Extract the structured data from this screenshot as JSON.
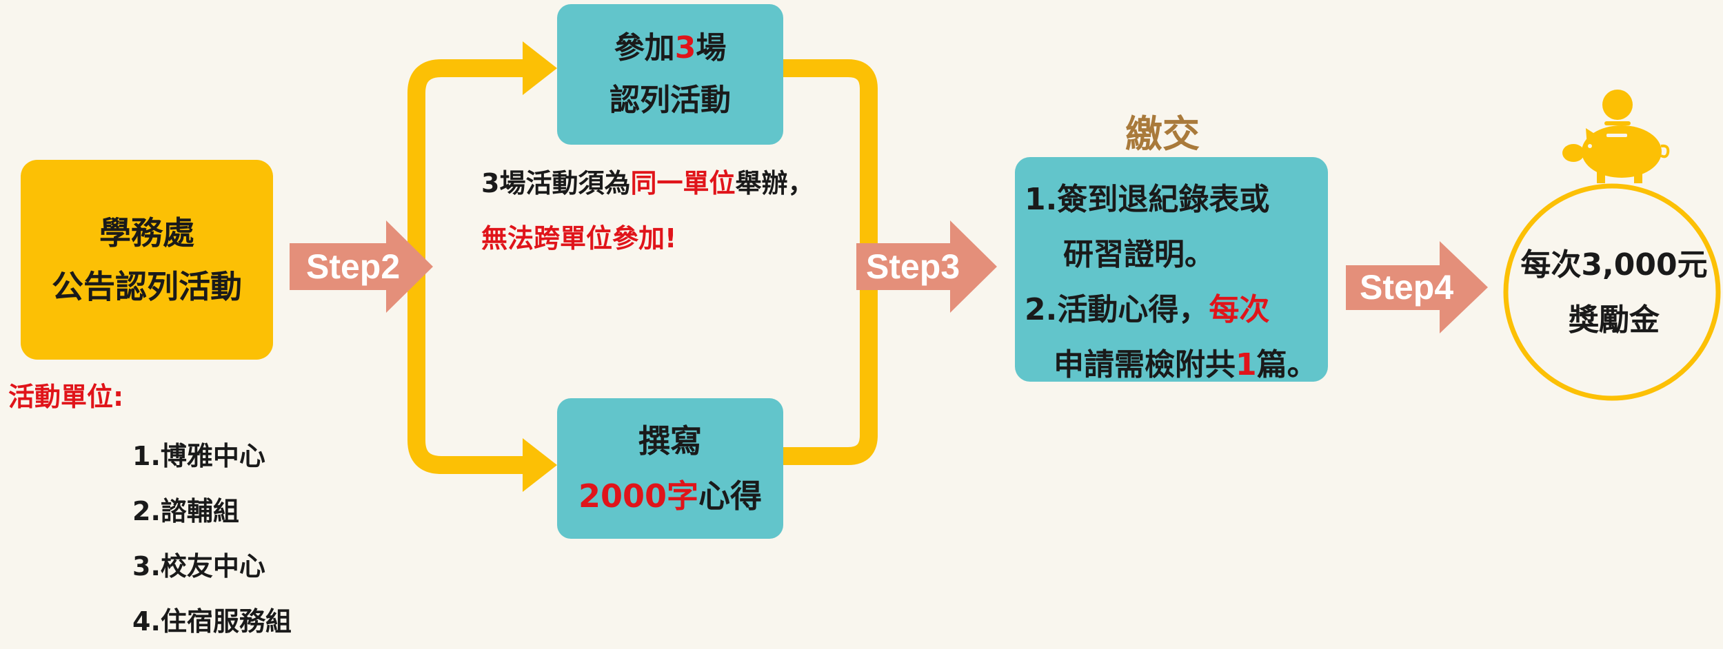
{
  "office_box": {
    "line1": "學務處",
    "line2": "公告認列活動"
  },
  "steps": {
    "step2": "Step2",
    "step3": "Step3",
    "step4": "Step4"
  },
  "attend_box": {
    "pre": "參加",
    "count": "3",
    "post": "場",
    "line2": "認列活動"
  },
  "write_box": {
    "line1": "撰寫",
    "count": "2000字",
    "post": "心得"
  },
  "note": {
    "part1": "3場活動須為",
    "part2_red": "同一單位",
    "part3": "舉辦，",
    "line2_red": "無法跨單位參加!"
  },
  "units": {
    "title": "活動單位:",
    "items": [
      "1.博雅中心",
      "2.諮輔組",
      "3.校友中心",
      "4.住宿服務組"
    ]
  },
  "submit": {
    "title": "繳交",
    "line1": "1.簽到退紀錄表或",
    "line2": "研習證明。",
    "line3_pre": "2.活動心得，",
    "line3_red": "每次",
    "line4_pre": "申請需檢附共",
    "line4_red": "1",
    "line4_post": "篇。"
  },
  "reward": {
    "line1": "每次3,000元",
    "line2": "獎勵金"
  },
  "colors": {
    "background": "#f9f6ee",
    "yellow": "#fcc005",
    "teal": "#62c5cb",
    "step_arrow": "#e48f7a",
    "red": "#e0141a",
    "brown": "#a97a3b"
  }
}
